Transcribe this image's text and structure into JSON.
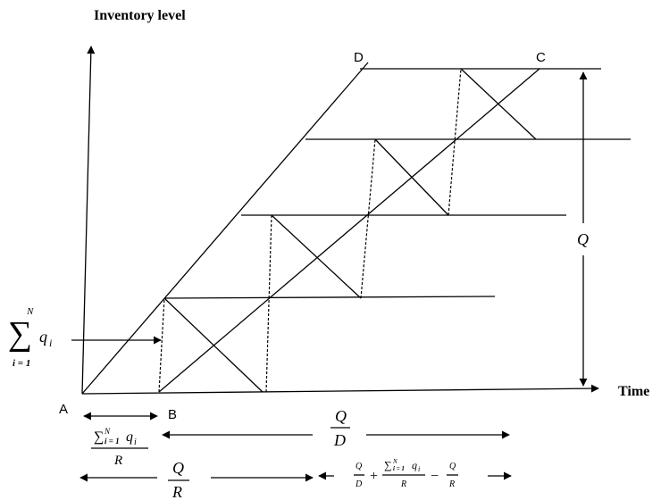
{
  "axes": {
    "y_label": "Inventory level",
    "x_label": "Time"
  },
  "points": {
    "a": "A",
    "b": "B",
    "c": "C",
    "d": "D"
  },
  "quantity": {
    "q": "Q"
  },
  "sum_label": {
    "sigma": "∑",
    "upper": "N",
    "lower": "i = 1",
    "term": "q",
    "sub": "i"
  },
  "intervals": {
    "q_over_d": {
      "num": "Q",
      "den": "D"
    },
    "sum_over_r": {
      "num_sigma": "∑",
      "num_upper": "N",
      "num_lower": "i = 1",
      "num_term": "q",
      "num_sub": "i",
      "den": "R"
    },
    "q_over_r": {
      "num": "Q",
      "den": "R"
    },
    "remainder": {
      "f1_num": "Q",
      "f1_den": "D",
      "plus": "+",
      "f2_sigma": "∑",
      "f2_upper": "N",
      "f2_lower": "i = 1",
      "f2_term": "q",
      "f2_sub": "i",
      "f2_den": "R",
      "minus": "−",
      "f3_num": "Q",
      "f3_den": "R"
    }
  }
}
